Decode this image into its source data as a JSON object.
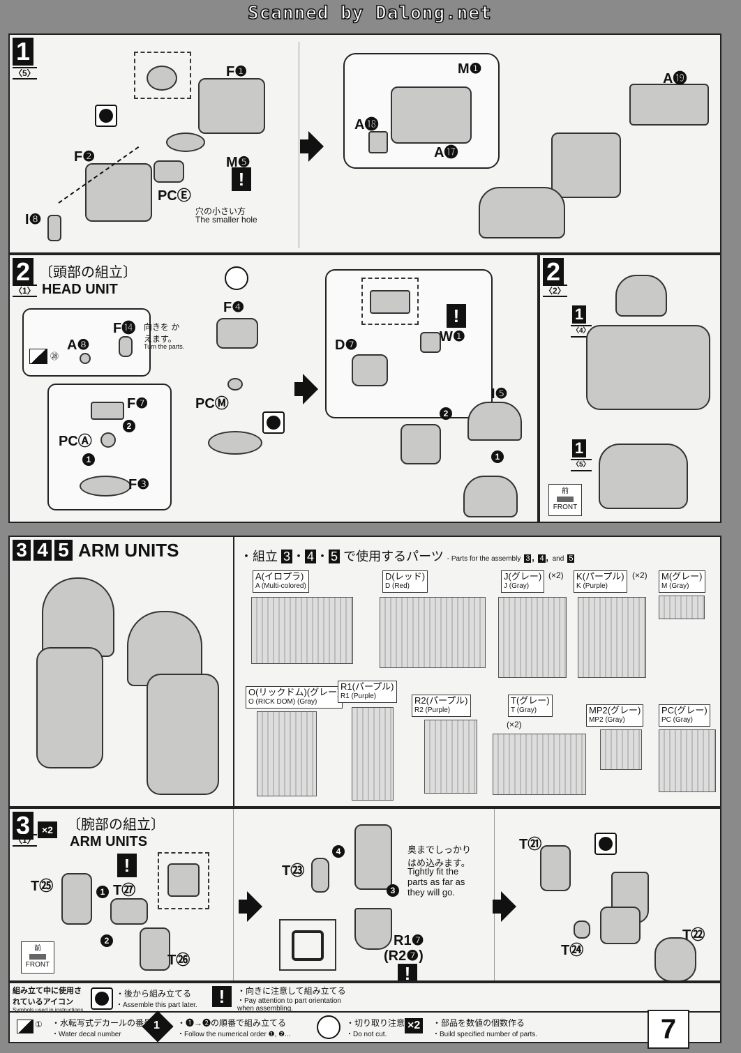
{
  "watermark": "Scanned by Dalong.net",
  "page_number": "7",
  "step1": {
    "num": "1",
    "sub": "〈5〉",
    "labels": {
      "f1": "F❶",
      "f2": "F❷",
      "m5": "M❺",
      "pce": "PCⒺ",
      "i8": "I❽",
      "m1": "M❶",
      "a18": "A⓲",
      "a17": "A⓱",
      "a19": "A⓳"
    },
    "note_jp": "穴の小さい方",
    "note_en": "The smaller hole"
  },
  "step2": {
    "num": "2",
    "sub": "〈1〉",
    "title_jp": "〔頭部の組立〕",
    "title_en": "HEAD UNIT",
    "labels": {
      "f14": "F⓮",
      "a8": "A❽",
      "decal": "㉘",
      "f4": "F❹",
      "pcm": "PCⓂ",
      "f7": "F❼",
      "pca": "PCⒶ",
      "f3": "F❸",
      "d7": "D❼",
      "w1": "W❶",
      "i5": "I❺"
    },
    "turn_jp": "向きを かえます。",
    "turn_en": "Turn the parts.",
    "n1": "1",
    "n2": "2"
  },
  "step2b": {
    "num": "2",
    "sub": "〈2〉",
    "ref1_num": "1",
    "ref1_sub": "〈4〉",
    "ref2_num": "1",
    "ref2_sub": "〈5〉",
    "front_jp": "前",
    "front_en": "FRONT"
  },
  "arms": {
    "nums": [
      "3",
      "4",
      "5"
    ],
    "title": "ARM UNITS",
    "parts_heading_jp": "・組立",
    "parts_heading_nums": [
      "3",
      "4",
      "5"
    ],
    "parts_heading_jp2": "で使用するパーツ",
    "parts_heading_en": "- Parts for the assembly",
    "parts_heading_en_and": "and",
    "runners": [
      {
        "jp": "A(イロプラ)",
        "en": "A (Multi-colored)",
        "mult": ""
      },
      {
        "jp": "D(レッド)",
        "en": "D (Red)",
        "mult": ""
      },
      {
        "jp": "J(グレー)",
        "en": "J (Gray)",
        "mult": "(×2)"
      },
      {
        "jp": "K(パープル)",
        "en": "K (Purple)",
        "mult": "(×2)"
      },
      {
        "jp": "M(グレー)",
        "en": "M (Gray)",
        "mult": ""
      },
      {
        "jp": "O(リックドム)(グレー)",
        "en": "O (RICK DOM) (Gray)",
        "mult": ""
      },
      {
        "jp": "R1(パープル)",
        "en": "R1 (Purple)",
        "mult": ""
      },
      {
        "jp": "R2(パープル)",
        "en": "R2 (Purple)",
        "mult": ""
      },
      {
        "jp": "T(グレー)",
        "en": "T (Gray)",
        "mult": "(×2)"
      },
      {
        "jp": "MP2(グレー)",
        "en": "MP2 (Gray)",
        "mult": ""
      },
      {
        "jp": "PC(グレー)",
        "en": "PC (Gray)",
        "mult": ""
      }
    ]
  },
  "step3": {
    "num": "3",
    "sub": "〈1〉",
    "mult": "×2",
    "title_jp": "〔腕部の組立〕",
    "title_en": "ARM UNITS",
    "labels": {
      "t25": "T㉕",
      "t27": "T㉗",
      "t26": "T㉖",
      "t23": "T㉓",
      "r17": "R1❼",
      "r27": "(R2❼)",
      "t21": "T㉑",
      "t22": "T㉒",
      "t24": "T㉔"
    },
    "tight_jp": "奥までしっかり はめ込みます。",
    "tight_en": "Tightly fit the parts as far as they will go.",
    "front_jp": "前",
    "front_en": "FRONT",
    "n1": "1",
    "n2": "2",
    "n3": "3",
    "n4": "4"
  },
  "legend": {
    "heading_jp": "組み立て中に使用されているアイコン",
    "heading_en": "Symbols used in instructions",
    "later_jp": "・後から組み立てる",
    "later_en": "・Assemble this part later.",
    "orient_jp": "・向きに注意して組み立てる",
    "orient_en": "・Pay attention to part orientation when assembling.",
    "decal_jp": "・水転写式デカールの番号",
    "decal_en": "・Water decal number",
    "order_jp": "・❶→❷の順番で組み立てる",
    "order_en": "・Follow the numerical order ❶, ❷...",
    "nocut_jp": "・切り取り注意",
    "nocut_en": "・Do not cut.",
    "mult_jp": "・部品を数値の個数作る",
    "mult_en": "・Build specified number of parts.",
    "mult_icon": "×2",
    "order_icon": "1",
    "decal_num": "①"
  }
}
